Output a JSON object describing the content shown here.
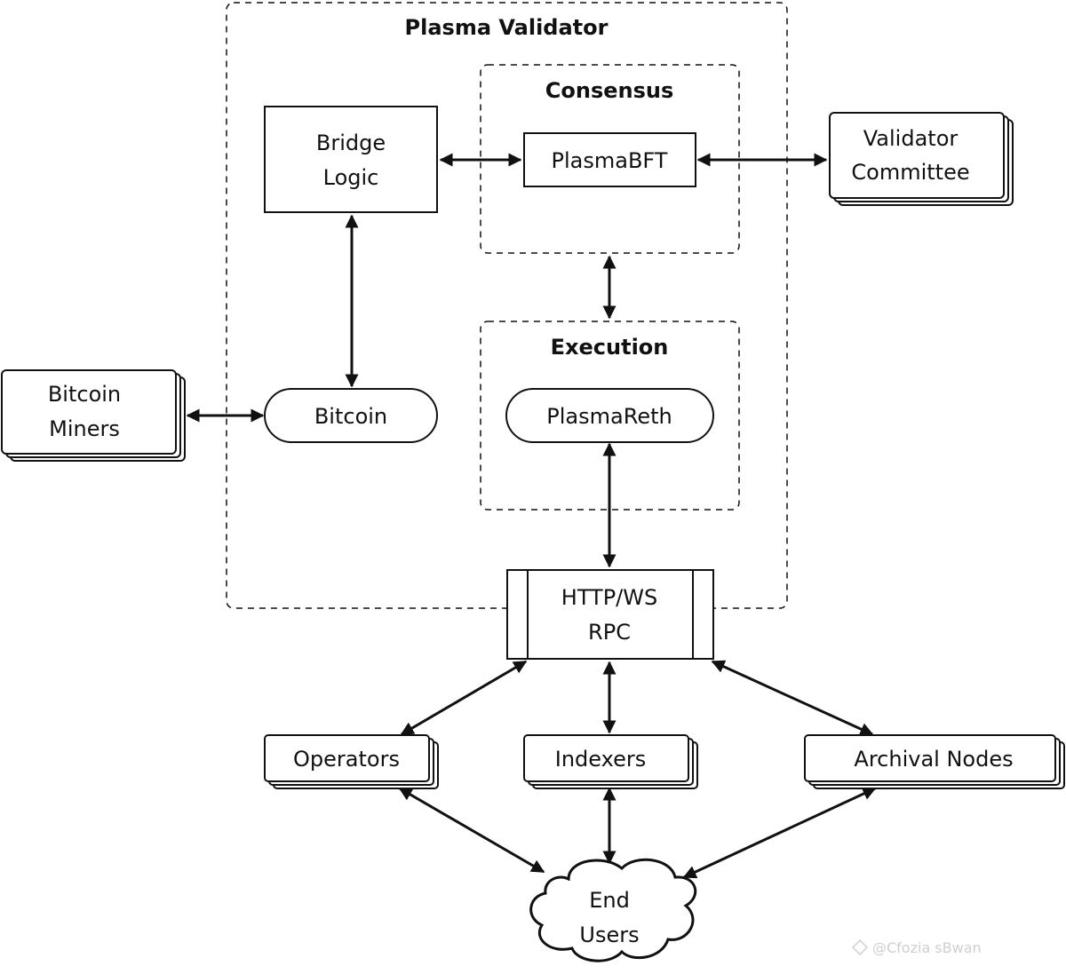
{
  "diagram": {
    "groups": {
      "plasma_validator": "Plasma Validator",
      "consensus": "Consensus",
      "execution": "Execution"
    },
    "nodes": {
      "bridge_logic": [
        "Bridge",
        "Logic"
      ],
      "plasma_bft": "PlasmaBFT",
      "validator_committee": [
        "Validator",
        "Committee"
      ],
      "bitcoin_miners": [
        "Bitcoin",
        "Miners"
      ],
      "bitcoin": "Bitcoin",
      "plasma_reth": "PlasmaReth",
      "rpc": [
        "HTTP/WS",
        "RPC"
      ],
      "operators": "Operators",
      "indexers": "Indexers",
      "archival_nodes": "Archival Nodes",
      "end_users": [
        "End",
        "Users"
      ]
    },
    "edges": [
      {
        "from": "Bridge Logic",
        "to": "PlasmaBFT",
        "type": "bidirectional"
      },
      {
        "from": "PlasmaBFT",
        "to": "Validator Committee",
        "type": "bidirectional"
      },
      {
        "from": "Bridge Logic",
        "to": "Bitcoin",
        "type": "bidirectional"
      },
      {
        "from": "Bitcoin Miners",
        "to": "Bitcoin",
        "type": "bidirectional"
      },
      {
        "from": "Consensus",
        "to": "Execution",
        "type": "bidirectional"
      },
      {
        "from": "PlasmaReth",
        "to": "HTTP/WS RPC",
        "type": "bidirectional"
      },
      {
        "from": "HTTP/WS RPC",
        "to": "Operators",
        "type": "bidirectional"
      },
      {
        "from": "HTTP/WS RPC",
        "to": "Indexers",
        "type": "bidirectional"
      },
      {
        "from": "HTTP/WS RPC",
        "to": "Archival Nodes",
        "type": "bidirectional"
      },
      {
        "from": "Operators",
        "to": "End Users",
        "type": "bidirectional"
      },
      {
        "from": "Indexers",
        "to": "End Users",
        "type": "bidirectional"
      },
      {
        "from": "Archival Nodes",
        "to": "End Users",
        "type": "bidirectional"
      }
    ]
  },
  "watermark": "@Cfozia sBwan"
}
